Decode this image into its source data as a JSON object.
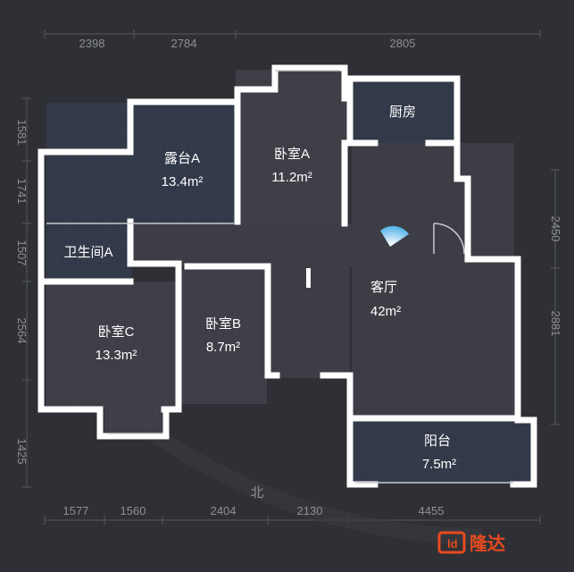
{
  "dimensions": {
    "top": [
      "2398",
      "2784",
      "2805"
    ],
    "left": [
      "1581",
      "1741",
      "1507",
      "2564",
      "1425"
    ],
    "right": [
      "2450",
      "2881"
    ],
    "bottom": [
      "1577",
      "1560",
      "2404",
      "2130",
      "4455"
    ]
  },
  "rooms": {
    "terrace_a": {
      "name": "露台A",
      "area": "13.4m²"
    },
    "bedroom_a": {
      "name": "卧室A",
      "area": "11.2m²"
    },
    "kitchen": {
      "name": "厨房"
    },
    "bathroom_a": {
      "name": "卫生间A"
    },
    "living_room": {
      "name": "客厅",
      "area": "42m²"
    },
    "bedroom_c": {
      "name": "卧室C",
      "area": "13.3m²"
    },
    "bedroom_b": {
      "name": "卧室B",
      "area": "8.7m²"
    },
    "balcony": {
      "name": "阳台",
      "area": "7.5m²"
    }
  },
  "compass": {
    "label": "北"
  },
  "brand": {
    "logo_text": "隆达"
  },
  "colors": {
    "background": "#2f3035",
    "wall": "#ffffff",
    "floor": "#3d3e45",
    "outdoor_floor": "#333a4a",
    "dimension_text": "#8d8f96",
    "brand": "#e84a1f",
    "viewer_cone": "#3aa6e6"
  }
}
